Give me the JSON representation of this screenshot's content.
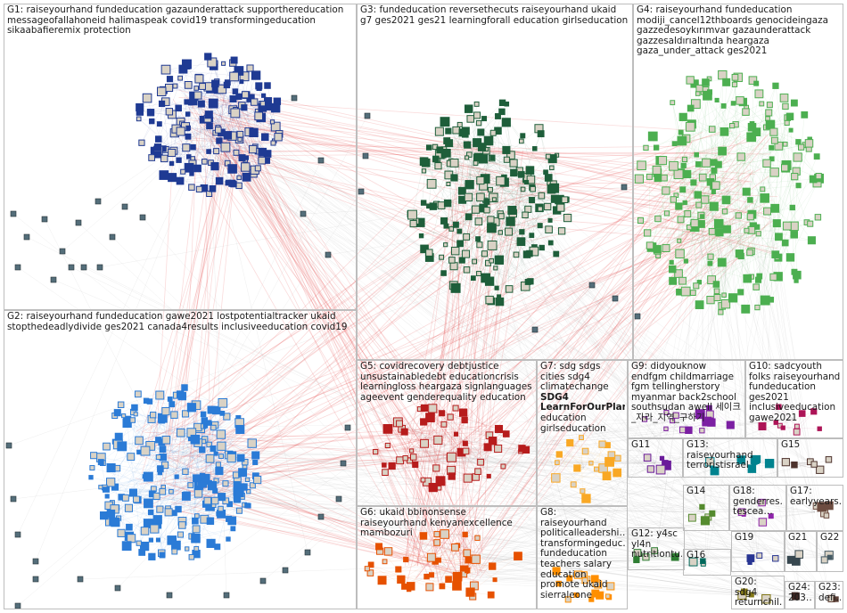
{
  "groups": [
    {
      "id": "G1",
      "label": "G1: raiseyourhand fundeducation gazaunderattack supporthereducation messageofallahoneid halimaspeak covid19 transformingeducation sikaabafieremix protection",
      "color": "#1f3a93"
    },
    {
      "id": "G2",
      "label": "G2: raiseyourhand fundeducation gawe2021 lostpotentialtracker ukaid stopthedeadlydivide ges2021 canada4results inclusiveeducation covid19",
      "color": "#2b7bd6"
    },
    {
      "id": "G3",
      "label": "G3: fundeducation reversethecuts raiseyourhand ukaid g7 ges2021 ges21 learningforall education girlseducation",
      "color": "#1e5e3a"
    },
    {
      "id": "G4",
      "label": "G4: raiseyourhand fundeducation modiji_cancel12thboards genocideingaza gazzedesoykırımvar gazaunderattack gazzesaldırıaltında heargaza gaza_under_attack ges2021",
      "color": "#4caf50"
    },
    {
      "id": "G5",
      "label": "G5: covidrecovery debtjustice unsustainabledebt educationcrisis learningloss heargaza signlanguages ageevent genderequality education",
      "color": "#b71c1c"
    },
    {
      "id": "G6",
      "label": "G6: ukaid bbinonsense raiseyourhand kenyanexcellence mambozuri",
      "color": "#e65100"
    },
    {
      "id": "G7",
      "label": "G7: sdg sdgs cities sdg4 climatechange",
      "bold": "SDG4 LearnForOurPlan…",
      "tail": "education girlseducation",
      "color": "#f9a825"
    },
    {
      "id": "G8",
      "label": "G8: raiseyourhand politicalleadershi… transformingeduc… fundeducation teachers salary education promote ukaid sierraleone",
      "color": "#ff8f00"
    },
    {
      "id": "G9",
      "label": "G9: didyouknow endfgm childmarriage fgm tellingherstory myanmar back2school southsudan awell 세이크_자라_지역_구하기",
      "color": "#7b1fa2"
    },
    {
      "id": "G10",
      "label": "G10: sadcyouth folks raiseyourhand fundeducation ges2021 inclusiveeducation gawe2021",
      "color": "#ad1457"
    },
    {
      "id": "G11",
      "label": "G11",
      "color": "#6a1b9a"
    },
    {
      "id": "G12",
      "label": "G12: y4sc yl4n nutritiontu…",
      "color": "#2e7d32"
    },
    {
      "id": "G13",
      "label": "G13: raiseyourhand terroristisrael",
      "color": "#00838f"
    },
    {
      "id": "G14",
      "label": "G14",
      "color": "#558b2f"
    },
    {
      "id": "G15",
      "label": "G15",
      "color": "#4e342e"
    },
    {
      "id": "G16",
      "label": "G16",
      "color": "#00695c"
    },
    {
      "id": "G17",
      "label": "G17: earlyyears…",
      "color": "#6d4c41"
    },
    {
      "id": "G18",
      "label": "G18: genderres… tescea…",
      "color": "#8e24aa"
    },
    {
      "id": "G19",
      "label": "G19",
      "color": "#283593"
    },
    {
      "id": "G20",
      "label": "G20: sdg4 returnchil…",
      "color": "#827717"
    },
    {
      "id": "G21",
      "label": "G21",
      "color": "#37474f"
    },
    {
      "id": "G22",
      "label": "G22",
      "color": "#455a64"
    },
    {
      "id": "G23",
      "label": "G23: defi…",
      "color": "#5d4037"
    },
    {
      "id": "G24",
      "label": "G24: 203…",
      "color": "#3e2723"
    }
  ]
}
